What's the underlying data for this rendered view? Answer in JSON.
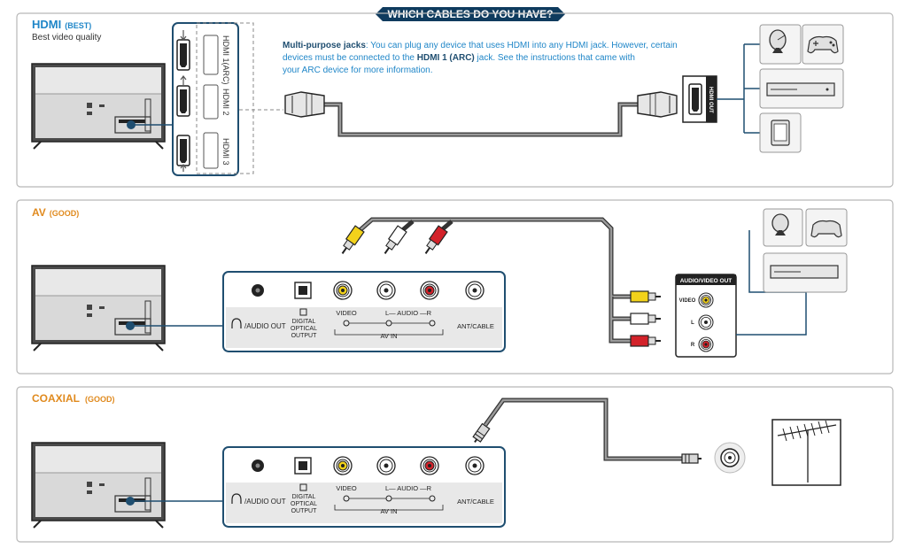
{
  "header": {
    "title": "WHICH CABLES  DO YOU HAVE?"
  },
  "colors": {
    "accent_blue": "#1f86c8",
    "accent_orange": "#e08a1e",
    "title_bg": "#0f3b5e",
    "panel_border": "#1f4e70",
    "cable": "#6e6e6e",
    "yellow": "#f2d21b",
    "red": "#d3222a"
  },
  "sections": {
    "hdmi": {
      "name": "HDMI",
      "quality": "(BEST)",
      "subtitle": "Best video quality",
      "note_bold": "Multi-purpose jacks",
      "note_text_1": ": You can plug any device that uses HDMI into any HDMI jack. However, certain",
      "note_text_2a": "devices must be connected to the ",
      "note_bold_2": "HDMI 1 (ARC)",
      "note_text_2b": " jack. See the instructions that came with",
      "note_text_3": "your ARC device for more information.",
      "ports": [
        "HDMI 1(ARC)",
        "HDMI 2",
        "HDMI 3"
      ],
      "device_port": "HDMI OUT"
    },
    "av": {
      "name": "AV",
      "quality": "(GOOD)",
      "device_panel_title": "AUDIO/VIDEO OUT",
      "device_ports": [
        "VIDEO",
        "L",
        "R"
      ]
    },
    "coaxial": {
      "name": "COAXIAL",
      "quality": "(GOOD)"
    }
  },
  "tv_panel": {
    "audio_out": "AUDIO OUT",
    "digital_optical": [
      "DIGITAL",
      "OPTICAL",
      "OUTPUT"
    ],
    "video": "VIDEO",
    "audio_lr": "L— AUDIO —R",
    "av_in": "AV IN",
    "ant_cable": "ANT/CABLE"
  },
  "icons": [
    "satellite-dish-icon",
    "gamepad-icon",
    "blu-ray-player-icon",
    "tablet-icon",
    "antenna-icon",
    "headphone-icon"
  ]
}
